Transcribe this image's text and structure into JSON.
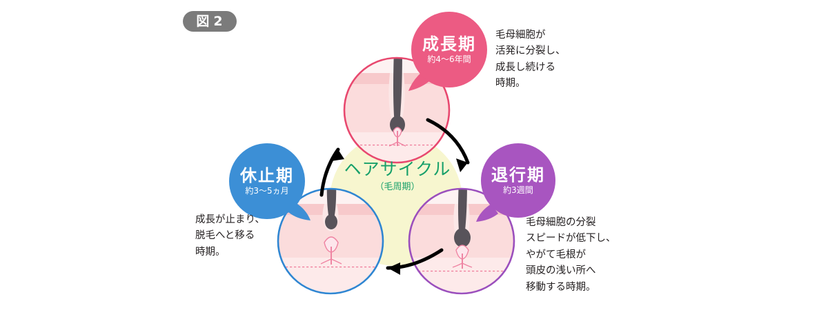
{
  "figure": {
    "badge_prefix": "図",
    "badge_number": "2",
    "badge_color": "#7b7b7b"
  },
  "center": {
    "title": "ヘアサイクル",
    "subtitle": "（毛周期）",
    "color": "#17a06a",
    "fill": "#f7f6cf"
  },
  "phases": [
    {
      "id": "anagen",
      "name": "成長期",
      "duration": "約4〜6年間",
      "color": "#ec5b83",
      "description": "毛母細胞が\n活発に分裂し、\n成長し続ける\n時期。",
      "illustration": "hair-follicle-anagen"
    },
    {
      "id": "catagen",
      "name": "退行期",
      "duration": "約3週間",
      "color": "#a855c0",
      "description": "毛母細胞の分裂\nスピードが低下し、\nやがて毛根が\n頭皮の浅い所へ\n移動する時期。",
      "illustration": "hair-follicle-catagen"
    },
    {
      "id": "telogen",
      "name": "休止期",
      "duration": "約3〜5ヵ月",
      "color": "#3c8fd6",
      "description": "成長が止まり、\n脱毛へと移る\n時期。",
      "illustration": "hair-follicle-telogen"
    }
  ],
  "arrows": [
    {
      "id": "anagen-to-catagen",
      "from": "成長期",
      "to": "退行期",
      "color": "#000000"
    },
    {
      "id": "catagen-to-telogen",
      "from": "退行期",
      "to": "休止期",
      "color": "#000000"
    },
    {
      "id": "telogen-to-anagen",
      "from": "休止期",
      "to": "成長期",
      "color": "#000000"
    }
  ],
  "skin_colors": {
    "epidermis_top": "#fdeeef",
    "epidermis_band": "#f6c9c9",
    "dermis": "#fbdede",
    "dermis_light": "#fdecec",
    "hair": "#58535a",
    "papilla_outline": "#ef8aa0"
  }
}
